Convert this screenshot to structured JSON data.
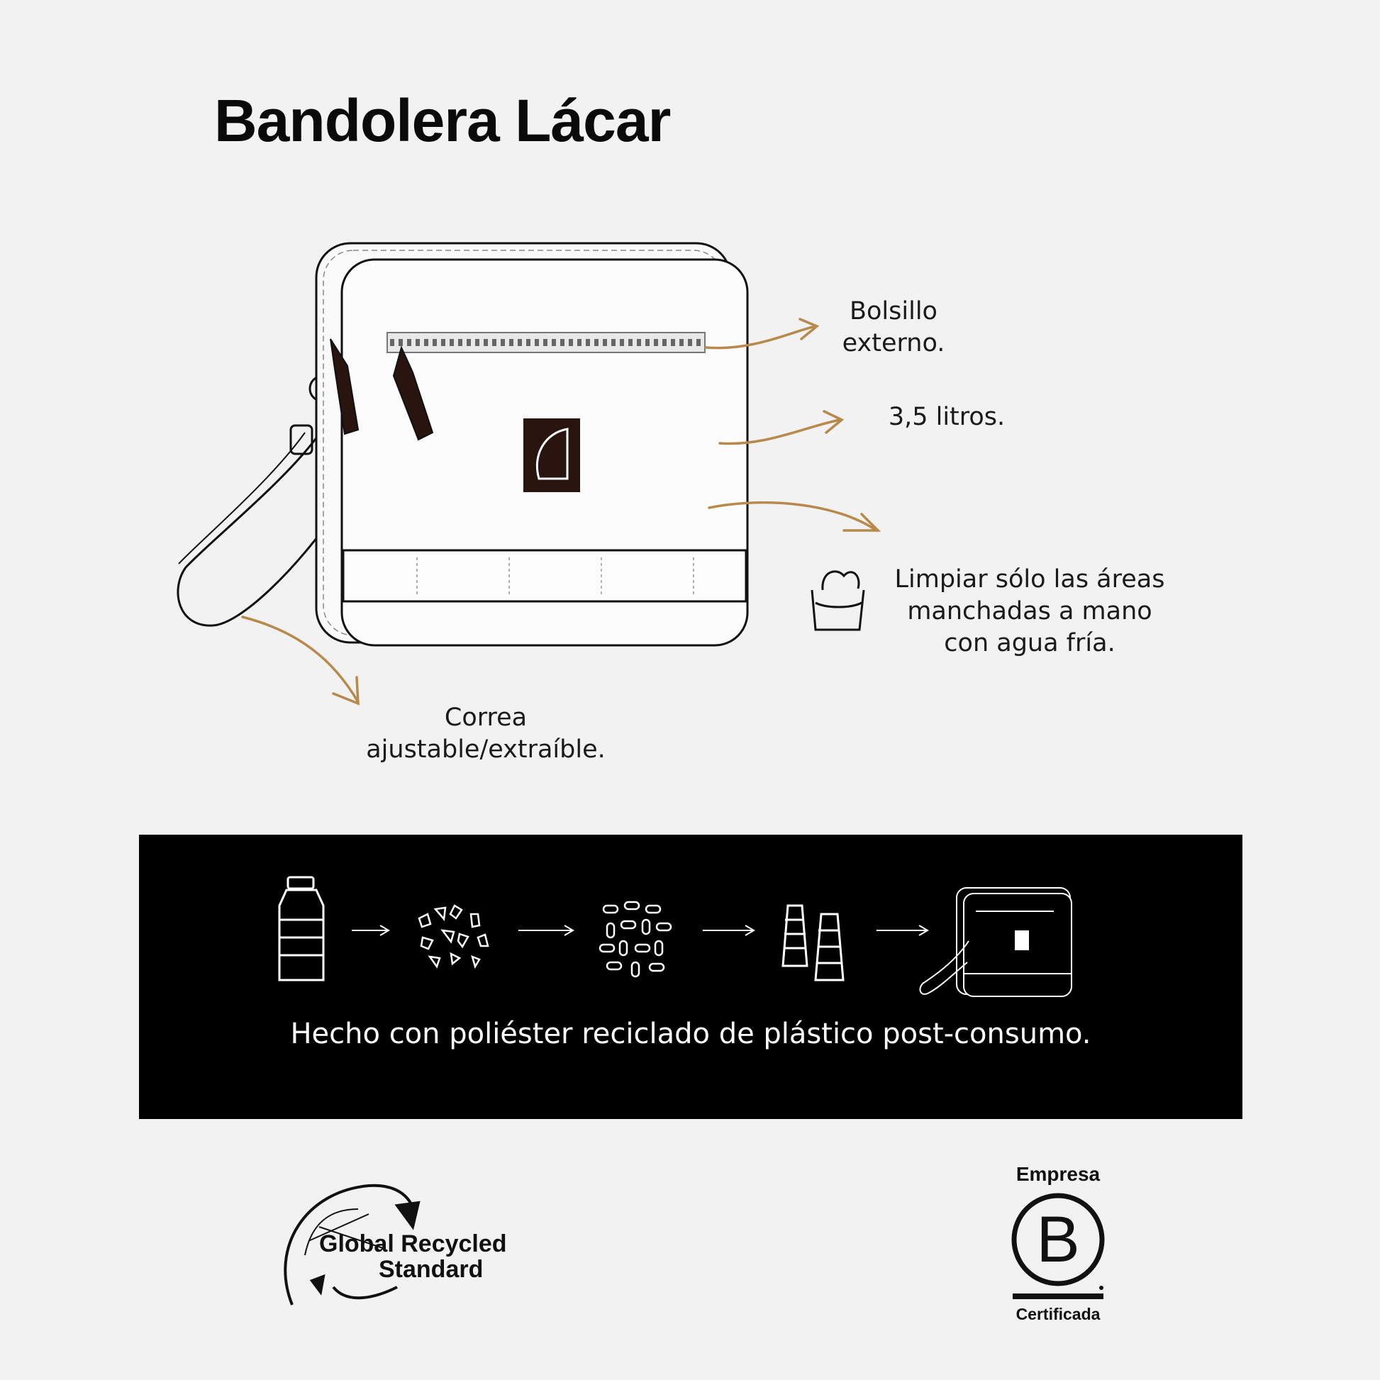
{
  "title": "Bandolera Lácar",
  "features": {
    "pocket": [
      "Bolsillo",
      "externo."
    ],
    "capacity": [
      "3,5 litros."
    ],
    "care": [
      "Limpiar sólo las áreas",
      "manchadas a mano",
      "con agua fría."
    ],
    "strap": [
      "Correa",
      "ajustable/extraíble."
    ]
  },
  "recycling": {
    "caption": "Hecho con poliéster reciclado de plástico post-consumo.",
    "steps": [
      "bottle-icon",
      "flakes-icon",
      "pellets-icon",
      "yarn-spools-icon",
      "bag-icon"
    ]
  },
  "certifications": {
    "grs_lines": [
      "Global Recycled",
      "Standard"
    ],
    "bcorp_top": "Empresa",
    "bcorp_letter": "B",
    "bcorp_bottom": "Certificada"
  },
  "colors": {
    "background": "#f2f2f2",
    "accent_arrow": "#b8894a",
    "band": "#000000",
    "logo_patch": "#2a1410"
  }
}
